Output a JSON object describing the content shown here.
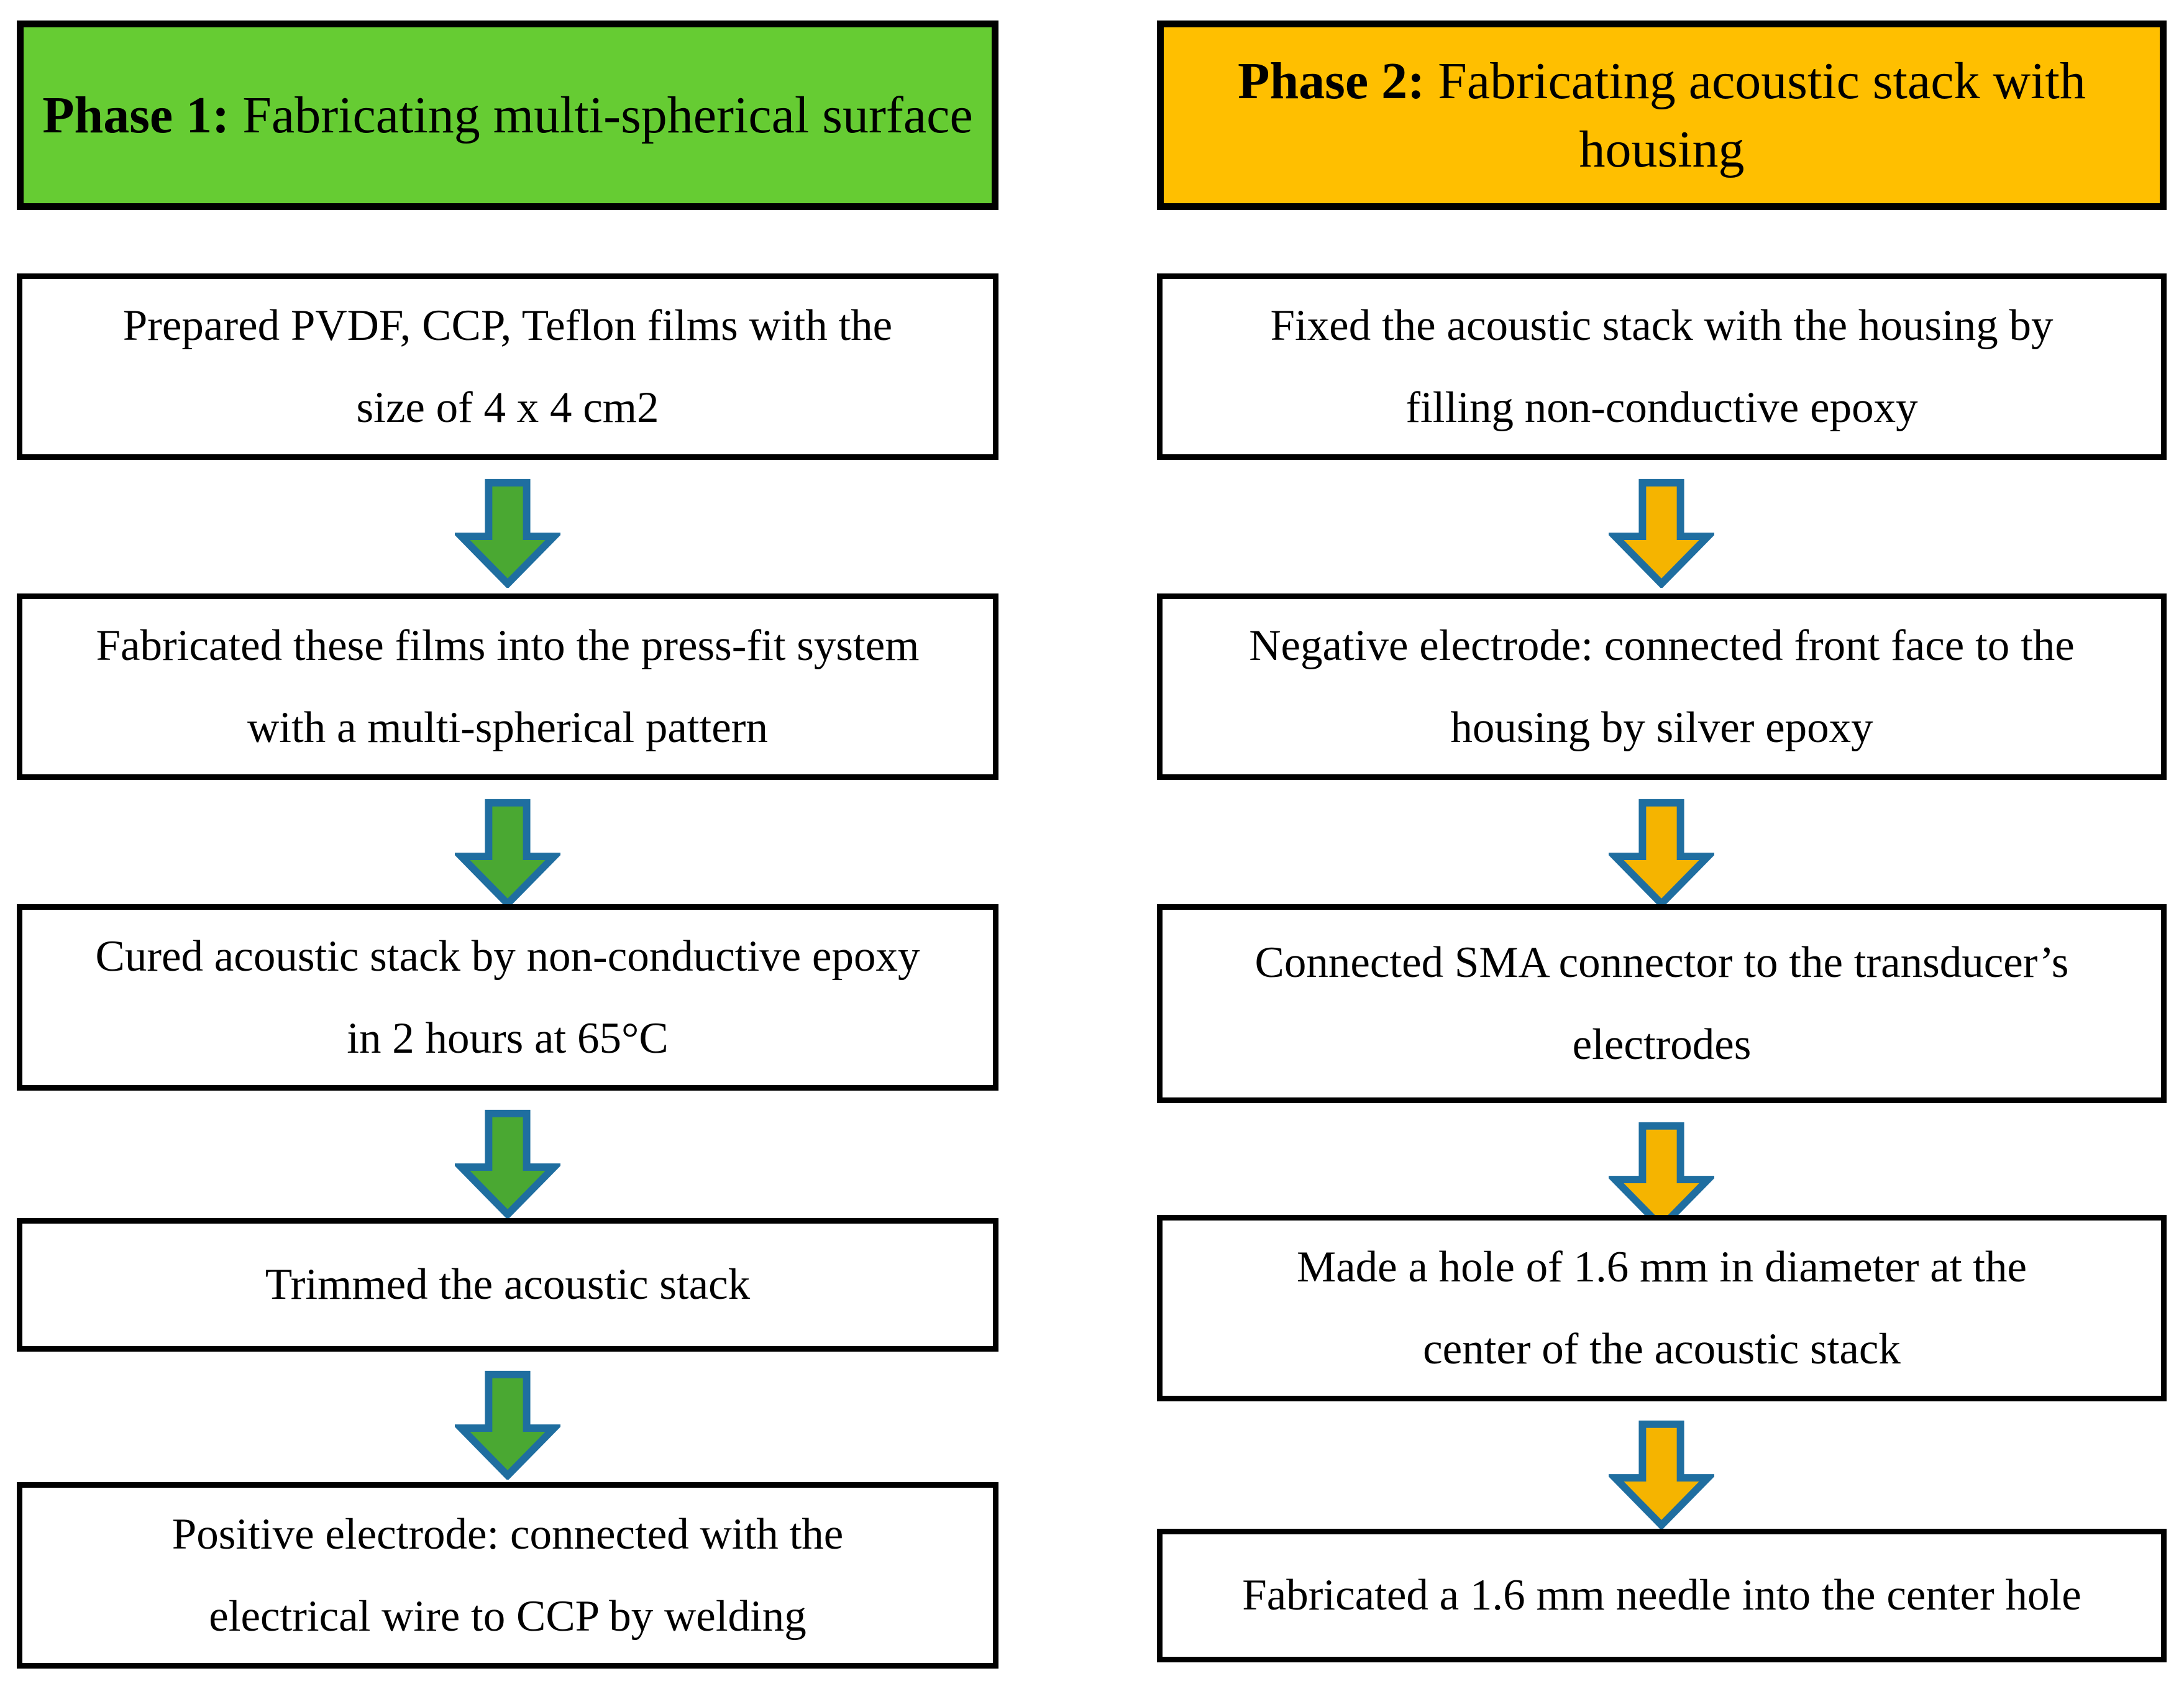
{
  "diagram": {
    "title_visible": false,
    "columns": [
      {
        "id": "phase-1",
        "header": {
          "number_label": "Phase 1:",
          "description": " Fabricating multi-spherical surface",
          "fill_color": "#66cc33",
          "border_color": "#000000",
          "text_color": "#000000"
        },
        "arrow": {
          "fill_color": "#4aa832",
          "outline_color": "#1f6ea0",
          "direction": "down"
        },
        "steps": [
          {
            "index": 1,
            "lines": [
              "Prepared PVDF, CCP, Teflon films with the",
              "size of 4 x 4 cm2"
            ]
          },
          {
            "index": 2,
            "lines": [
              "Fabricated these films into the press-fit system",
              "with a multi-spherical pattern"
            ]
          },
          {
            "index": 3,
            "lines": [
              "Cured acoustic stack by non-conductive epoxy",
              "in 2 hours at 65°C"
            ]
          },
          {
            "index": 4,
            "lines": [
              "Trimmed the acoustic stack"
            ]
          },
          {
            "index": 5,
            "lines": [
              "Positive electrode: connected with  the",
              "electrical wire to CCP by welding"
            ]
          }
        ]
      },
      {
        "id": "phase-2",
        "header": {
          "number_label": "Phase 2:",
          "description": " Fabricating acoustic stack with housing",
          "fill_color": "#ffbf00",
          "border_color": "#000000",
          "text_color": "#000000"
        },
        "arrow": {
          "fill_color": "#f5b400",
          "outline_color": "#1f6ea0",
          "direction": "down"
        },
        "steps": [
          {
            "index": 1,
            "lines": [
              "Fixed the acoustic stack with the housing by",
              "filling non-conductive epoxy"
            ]
          },
          {
            "index": 2,
            "lines": [
              "Negative electrode: connected front face to the",
              "housing by silver epoxy"
            ]
          },
          {
            "index": 3,
            "lines": [
              "Connected SMA connector to the transducer’s",
              "electrodes"
            ]
          },
          {
            "index": 4,
            "lines": [
              "Made a hole of 1.6 mm in diameter at the",
              "center of the acoustic stack"
            ]
          },
          {
            "index": 5,
            "lines": [
              "Fabricated  a 1.6 mm needle into the center hole"
            ]
          }
        ]
      }
    ]
  }
}
